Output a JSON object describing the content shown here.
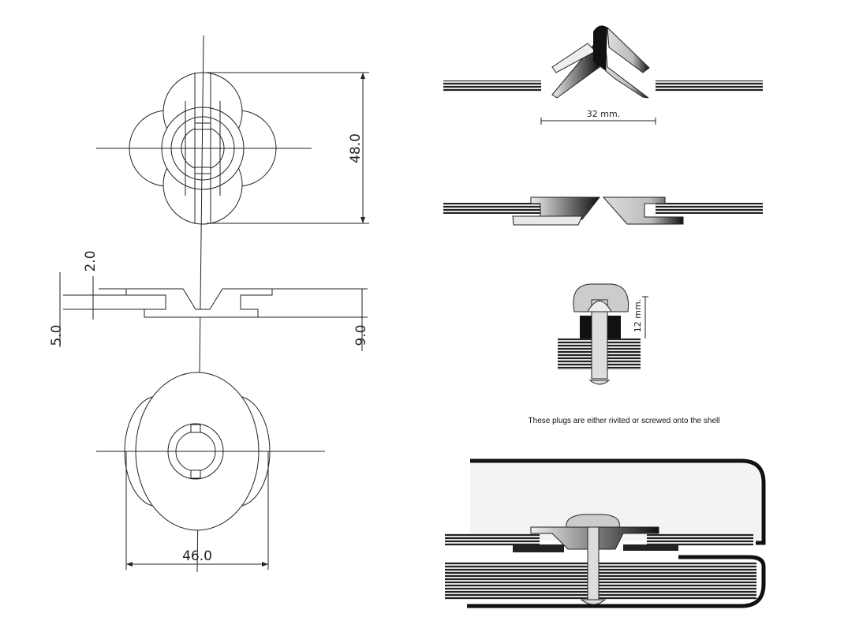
{
  "left_drawing": {
    "dimensions": {
      "height": "48.0",
      "flange": "2.0",
      "base": "5.0",
      "total": "9.0",
      "width": "46.0"
    }
  },
  "right_drawing": {
    "top_dimension": "32 mm.",
    "rivet_dimension": "12 mm.",
    "caption": "These plugs are either rivited or screwed onto the shell"
  }
}
